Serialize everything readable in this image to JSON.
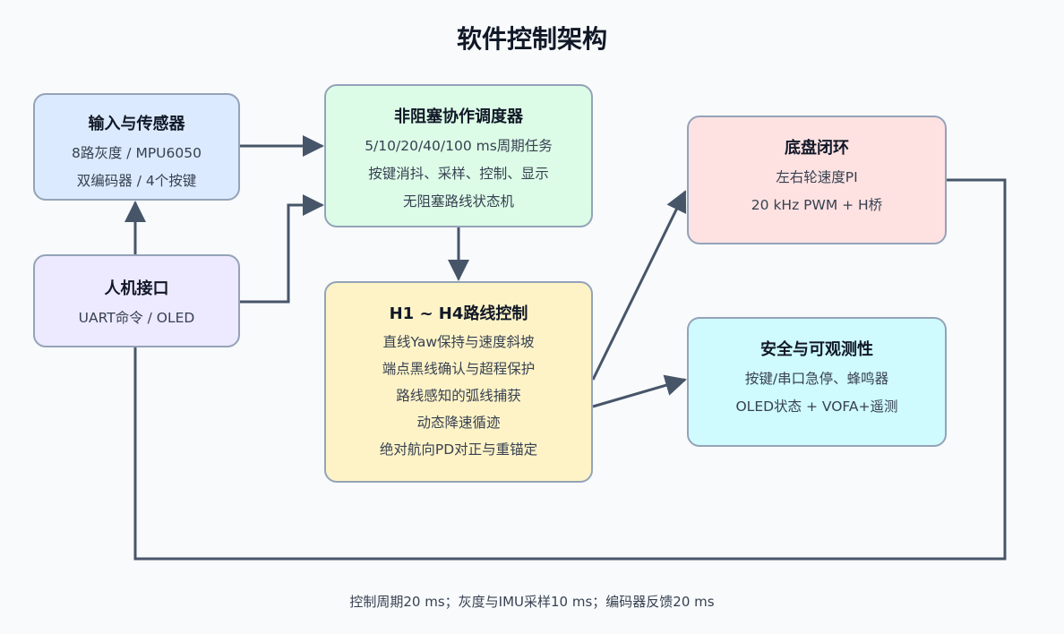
{
  "title": "软件控制架构",
  "nodes": {
    "inputs": {
      "head": "输入与传感器",
      "lines": [
        "8路灰度 / MPU6050",
        "双编码器 / 4个按键"
      ]
    },
    "hmi": {
      "head": "人机接口",
      "lines": [
        "UART命令 / OLED"
      ]
    },
    "scheduler": {
      "head": "非阻塞协作调度器",
      "lines": [
        "5/10/20/40/100 ms周期任务",
        "按键消抖、采样、控制、显示",
        "无阻塞路线状态机"
      ]
    },
    "route": {
      "head": "H1 ~ H4路线控制",
      "lines": [
        "直线Yaw保持与速度斜坡",
        "端点黑线确认与超程保护",
        "路线感知的弧线捕获",
        "动态降速循迹",
        "绝对航向PD对正与重锚定"
      ]
    },
    "chassis": {
      "head": "底盘闭环",
      "lines": [
        "左右轮速度PI",
        "20 kHz PWM + H桥"
      ]
    },
    "safety": {
      "head": "安全与可观测性",
      "lines": [
        "按键/串口急停、蜂鸣器",
        "OLED状态 + VOFA+遥测"
      ]
    }
  },
  "footer": "控制周期20 ms；灰度与IMU采样10 ms；编码器反馈20 ms",
  "colors": {
    "arrow": "#475569",
    "border": "#94a3b8",
    "inputs": "#dbeafe",
    "hmi": "#ede9fe",
    "scheduler": "#dcfce7",
    "route": "#fef3c7",
    "chassis": "#fee2e2",
    "safety": "#cffafe"
  }
}
